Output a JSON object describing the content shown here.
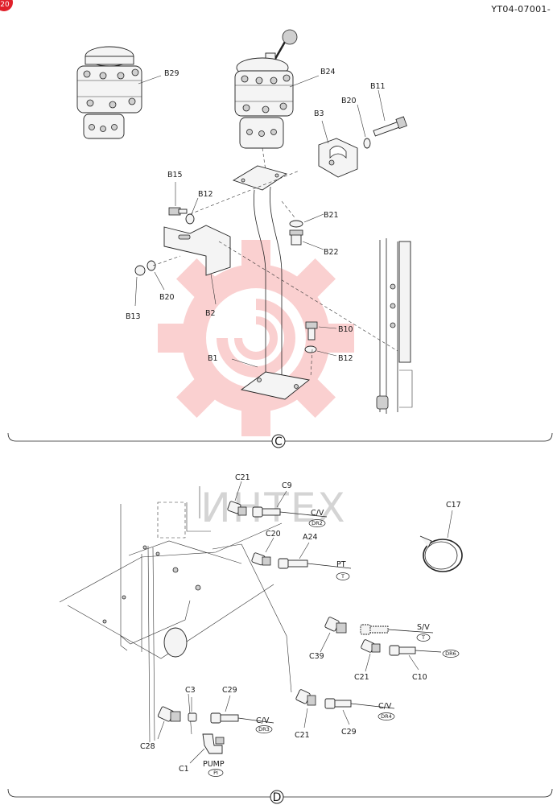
{
  "header": {
    "doc_code": "YT04-07001-",
    "page_badge": "20"
  },
  "sections": {
    "c": {
      "marker": "C"
    },
    "d": {
      "marker": "D"
    }
  },
  "watermark": {
    "text": "ИНТЕХ",
    "gear_color": "#f05a5a"
  },
  "colors": {
    "line": "#222222",
    "badge": "#e0202a"
  },
  "section_c_labels": {
    "b29": "B29",
    "b24": "B24",
    "b11": "B11",
    "b20_top": "B20",
    "b3": "B3",
    "b15": "B15",
    "b12_top": "B12",
    "b21": "B21",
    "b22": "B22",
    "b13": "B13",
    "b20_left": "B20",
    "b2": "B2",
    "b10": "B10",
    "b12_bot": "B12",
    "b1": "B1"
  },
  "section_d_labels": {
    "c21_top": "C21",
    "c9": "C9",
    "cv_1": "C/V",
    "dr2": "DR2",
    "c17": "C17",
    "c20": "C20",
    "a24": "A24",
    "pt": "PT",
    "t_1": "T",
    "sv": "S/V",
    "t_2": "T",
    "c39": "C39",
    "c21_mid": "C21",
    "c10": "C10",
    "dr6": "DR6",
    "c3": "C3",
    "c29_left": "C29",
    "cv_2": "C/V",
    "dr3": "DR3",
    "c28": "C28",
    "c1": "C1",
    "pump": "PUMP",
    "pi": "PI",
    "c21_bot": "C21",
    "c29_right": "C29",
    "cv_3": "C/V",
    "dr4": "DR4"
  }
}
